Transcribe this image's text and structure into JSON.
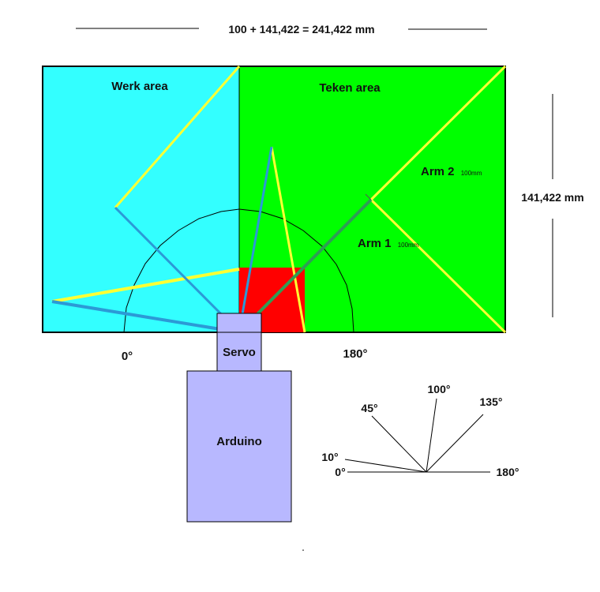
{
  "dimension_top": "100 + 141,422 = 241,422 mm",
  "dimension_right": "141,422 mm",
  "areas": {
    "work": "Werk area",
    "draw": "Teken area"
  },
  "arms": {
    "arm1": {
      "label": "Arm 1",
      "length": "100mm"
    },
    "arm2": {
      "label": "Arm 2",
      "length": "100mm"
    }
  },
  "servo": "Servo",
  "arduino": "Arduino",
  "servo_range": {
    "min": "0°",
    "max": "180°"
  },
  "angle_legend": [
    "0°",
    "10°",
    "45°",
    "100°",
    "135°",
    "180°"
  ],
  "colors": {
    "work_area": "#33ffff",
    "draw_area": "#00ff00",
    "red_square": "#ff0000",
    "servo_box": "#b8b8ff",
    "arm_blue": "#2b9ad6",
    "arm_yellow": "#ffff33",
    "arm_green": "#2e9e55"
  }
}
